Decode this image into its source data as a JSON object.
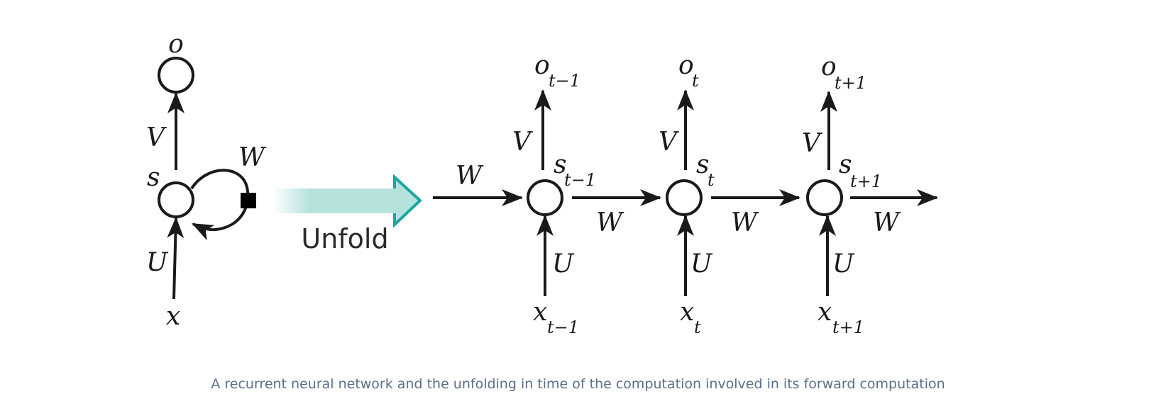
{
  "colors": {
    "ink": "#1a1a1a",
    "unfold_arrow_fill": "#b6e2de",
    "unfold_arrow_stroke": "#1aa89c",
    "caption": "#5b6f8c"
  },
  "folded": {
    "output": "o",
    "state": "s",
    "input": "x",
    "weight_out": "V",
    "weight_in": "U",
    "weight_loop": "W"
  },
  "unfold_label": "Unfold",
  "incoming_weight": "W",
  "steps": [
    {
      "output": "o",
      "output_sub": "t−1",
      "state": "s",
      "state_sub": "t−1",
      "input": "x",
      "input_sub": "t−1",
      "weight_out": "V",
      "weight_in": "U",
      "weight_next": "W"
    },
    {
      "output": "o",
      "output_sub": "t",
      "state": "s",
      "state_sub": "t",
      "input": "x",
      "input_sub": "t",
      "weight_out": "V",
      "weight_in": "U",
      "weight_next": "W"
    },
    {
      "output": "o",
      "output_sub": "t+1",
      "state": "s",
      "state_sub": "t+1",
      "input": "x",
      "input_sub": "t+1",
      "weight_out": "V",
      "weight_in": "U",
      "weight_next": "W"
    }
  ],
  "caption": "A recurrent neural network and the unfolding in time of the computation involved in its forward computation"
}
